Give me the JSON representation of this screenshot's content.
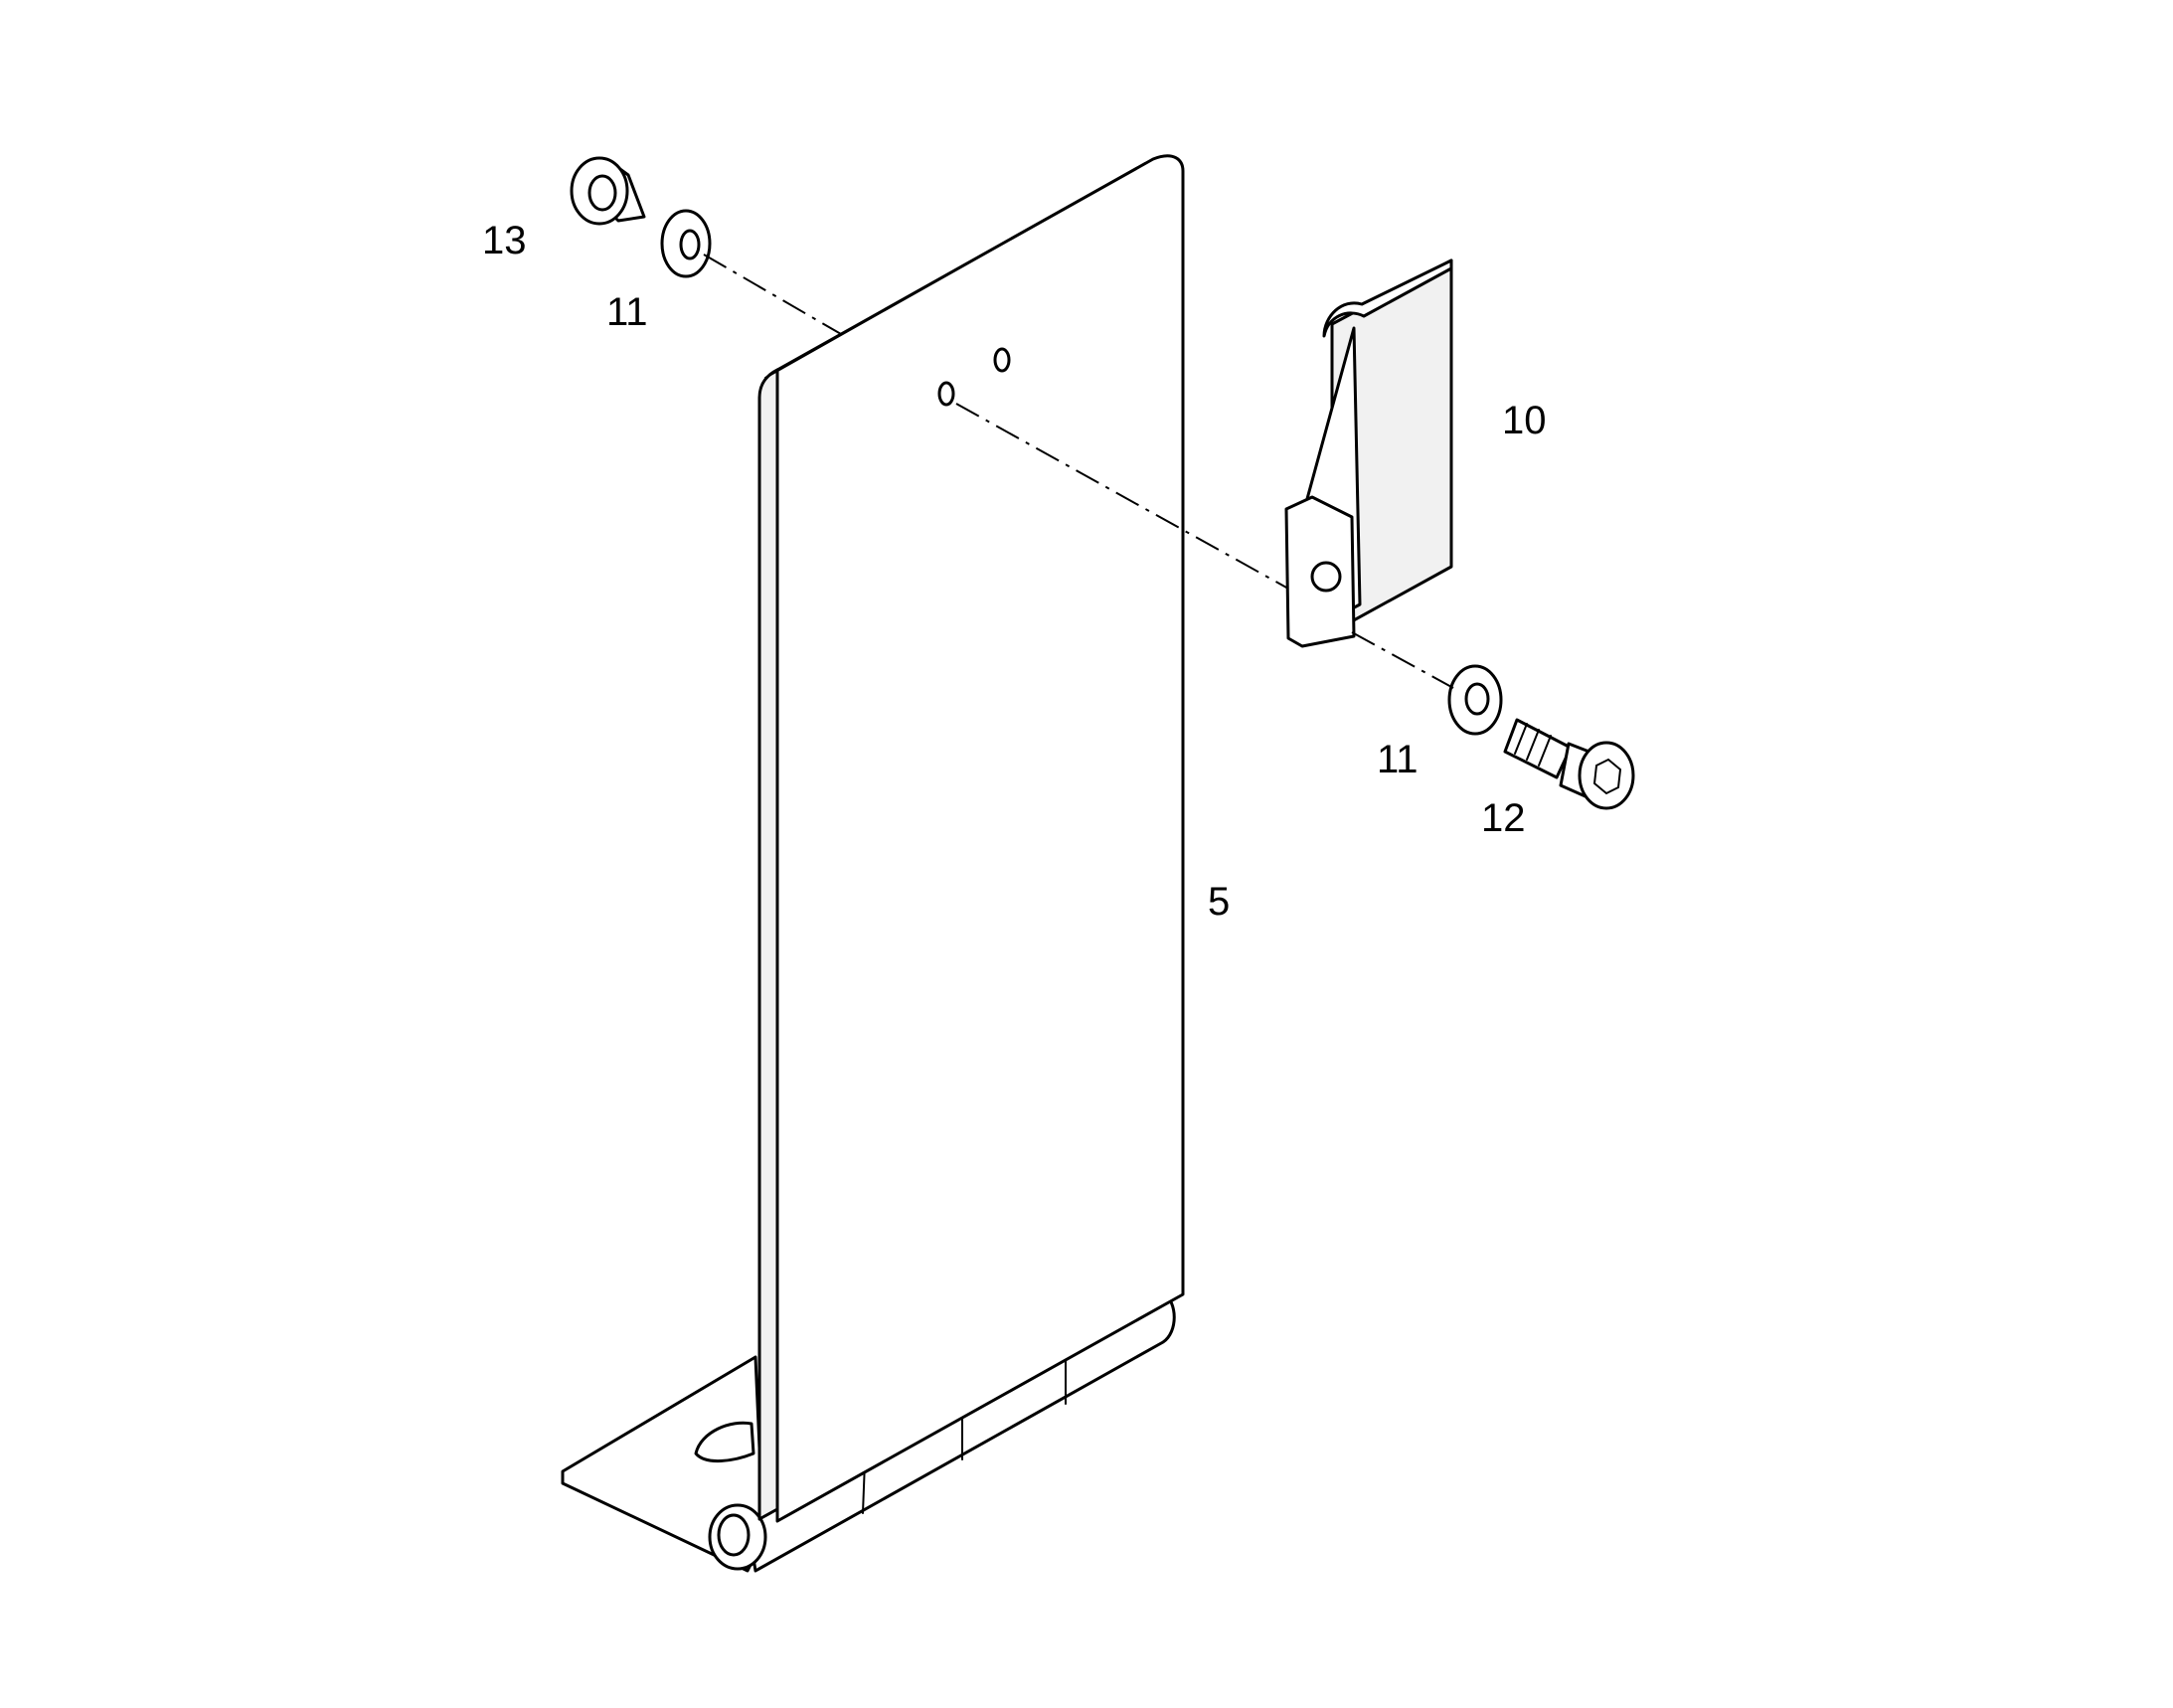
{
  "diagram": {
    "callouts": {
      "nut": "13",
      "washer_top": "11",
      "bracket": "10",
      "washer_bottom": "11",
      "screw": "12",
      "hinge_plate": "5"
    }
  },
  "colors": {
    "line": "#000000",
    "background": "#ffffff"
  }
}
